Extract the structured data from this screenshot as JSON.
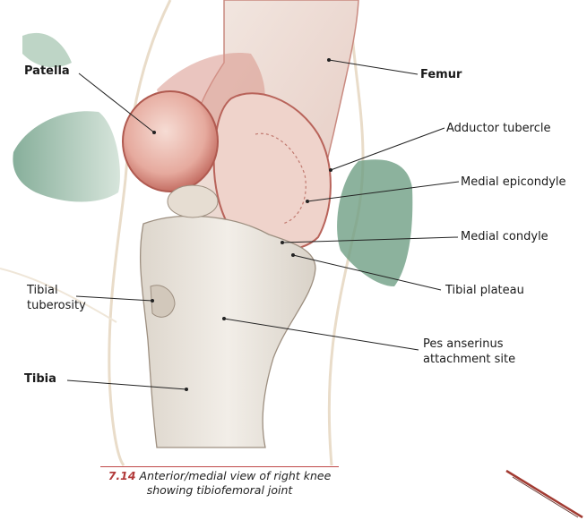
{
  "labels": {
    "patella": "Patella",
    "femur": "Femur",
    "adductor_tubercle": "Adductor tubercle",
    "medial_epicondyle": "Medial epicondyle",
    "medial_condyle": "Medial condyle",
    "tibial_plateau": "Tibial plateau",
    "tibial_tuberosity_line1": "Tibial",
    "tibial_tuberosity_line2": "tuberosity",
    "pes_anserinus_line1": "Pes anserinus",
    "pes_anserinus_line2": "attachment site",
    "tibia": "Tibia"
  },
  "caption": {
    "number": "7.14",
    "line1": "Anterior/medial view of right knee",
    "line2": "showing tibiofemoral joint"
  },
  "colors": {
    "bone_red": "#c9736a",
    "patella_fill": "#e9b3a8",
    "tibia_fill": "#ebe6de",
    "muscle_green": "#7fa98c",
    "caption_accent": "#b23a3a"
  }
}
